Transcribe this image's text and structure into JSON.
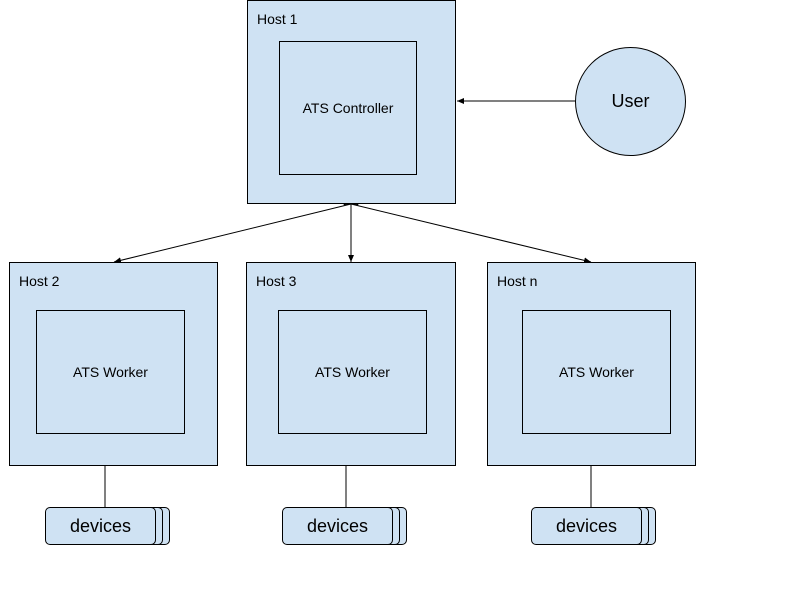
{
  "colors": {
    "fill": "#cfe2f3",
    "stroke": "#000000",
    "background": "#ffffff"
  },
  "host1": {
    "label": "Host 1",
    "component": "ATS Controller"
  },
  "user": {
    "label": "User"
  },
  "hosts": [
    {
      "label": "Host 2",
      "component": "ATS Worker",
      "devices": "devices"
    },
    {
      "label": "Host 3",
      "component": "ATS Worker",
      "devices": "devices"
    },
    {
      "label": "Host n",
      "component": "ATS Worker",
      "devices": "devices"
    }
  ]
}
